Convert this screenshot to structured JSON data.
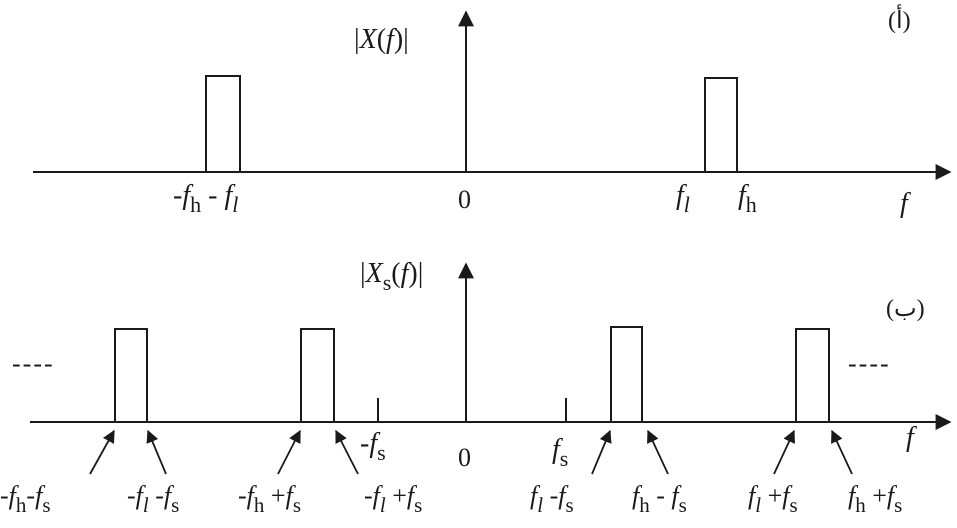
{
  "top": {
    "panel_label": "(أ)",
    "y_label": "|X(f)|",
    "x_label": "f",
    "origin": "0",
    "tick_labels": {
      "neg_h": "-fh",
      "neg_l": "- fl",
      "pos_l": "fl",
      "pos_h": "fh"
    }
  },
  "bottom": {
    "panel_label": "(ب)",
    "y_label": "|Xs(f)|",
    "x_label": "f",
    "origin": "0",
    "neg_fs": "-fs",
    "pos_fs": "fs",
    "dashes_left": "----",
    "dashes_right": "----",
    "arrow_labels": [
      "-fh - fs",
      "-fl - fs",
      "-fh + fs",
      "-fl + fs",
      "fl - fs",
      "fh - fs",
      "fl + fs",
      "fh + fs"
    ]
  }
}
